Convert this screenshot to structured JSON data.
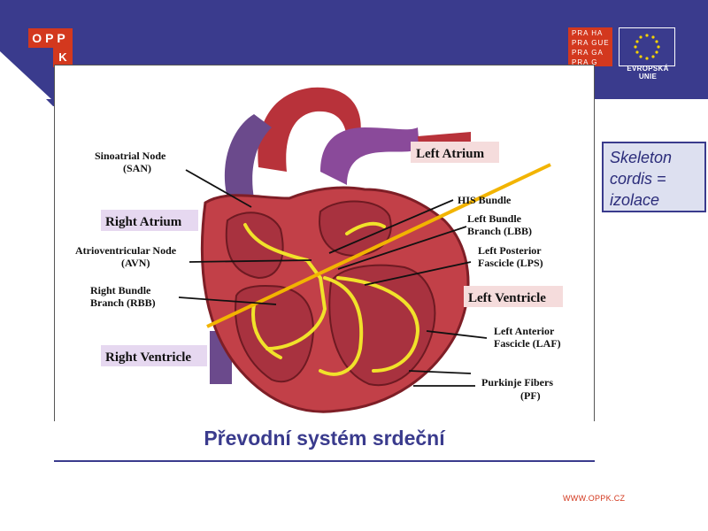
{
  "header": {
    "oppk_logo_row1": "OPP",
    "oppk_logo_row2": "K",
    "praha_logo_lines": [
      "PRA HA",
      "PRA GUE",
      "PRA GA",
      "PRA G"
    ],
    "eu_label": "EVROPSKÁ UNIE"
  },
  "diagram": {
    "labels": {
      "left_atrium": "Left Atrium",
      "right_atrium": "Right Atrium",
      "right_ventricle": "Right Ventricle",
      "left_ventricle": "Left Ventricle",
      "sinoatrial_node": [
        "Sinoatrial Node",
        "(SAN)"
      ],
      "his_bundle": "HIS Bundle",
      "left_bundle_branch": [
        "Left Bundle",
        "Branch (LBB)"
      ],
      "left_posterior_fascicle": [
        "Left Posterior",
        "Fascicle (LPS)"
      ],
      "atrioventricular_node": [
        "Atrioventricular Node",
        "(AVN)"
      ],
      "right_bundle_branch": [
        "Right Bundle",
        "Branch (RBB)"
      ],
      "left_anterior_fascicle": [
        "Left Anterior",
        "Fascicle (LAF)"
      ],
      "purkinje_fibers": [
        "Purkinje Fibers",
        "(PF)"
      ]
    },
    "colors": {
      "heart_red": "#b8323a",
      "vessel_purple": "#6b4a8c",
      "conduction_yellow": "#f1e22a",
      "highlight_line": "#f2b400",
      "label_bg_pink": "#f5dcdc",
      "label_bg_lavender": "#e6d8f0"
    }
  },
  "caption": "Převodní systém srdeční",
  "note": [
    "Skeleton",
    "cordis =",
    "izolace"
  ],
  "footer": {
    "url": "WWW.OPPK.CZ"
  }
}
